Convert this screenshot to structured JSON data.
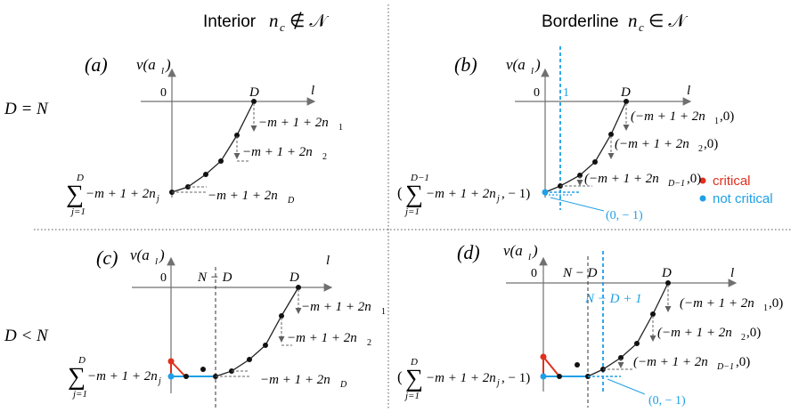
{
  "headers": {
    "interior": {
      "label": "Interior",
      "math": "n_c ∉ 𝒩"
    },
    "borderline": {
      "label": "Borderline",
      "math": "n_c ∈ 𝒩"
    }
  },
  "rows": {
    "top": "D = N",
    "bottom": "D < N"
  },
  "legend": {
    "critical": {
      "label": "critical",
      "color": "#e0301e"
    },
    "not_critical": {
      "label": "not critical",
      "color": "#1ea0e6"
    }
  },
  "panels": {
    "a": {
      "tag": "(a)",
      "ylabel": "v(a_l)",
      "xlabel": "l",
      "origin": "0",
      "dmark": "D",
      "steps": [
        "−m + 1 + 2n_1",
        "−m + 1 + 2n_2",
        "−m + 1 + 2n_D"
      ],
      "sum": {
        "upper": "D",
        "lower": "j=1",
        "expr": "−m + 1 + 2n_j"
      }
    },
    "b": {
      "tag": "(b)",
      "ylabel": "v(a_l)",
      "xlabel": "l",
      "origin": "0",
      "dmark": "D",
      "onemark": "1",
      "steps": [
        "(−m + 1 + 2n_1,0)",
        "(−m + 1 + 2n_2,0)",
        "(−m + 1 + 2n_{D−1},0)"
      ],
      "sum": {
        "upper": "D−1",
        "lower": "j=1",
        "expr": "(∑ −m + 1 + 2n_j, − 1)"
      },
      "point": "(0, − 1)"
    },
    "c": {
      "tag": "(c)",
      "ylabel": "v(a_l)",
      "xlabel": "l",
      "origin": "0",
      "dmark": "D",
      "nmd": "N − D",
      "steps": [
        "−m + 1 + 2n_1",
        "−m + 1 + 2n_2",
        "−m + 1 + 2n_D"
      ],
      "sum": {
        "upper": "D",
        "lower": "j=1",
        "expr": "−m + 1 + 2n_j"
      }
    },
    "d": {
      "tag": "(d)",
      "ylabel": "v(a_l)",
      "xlabel": "l",
      "origin": "0",
      "dmark": "D",
      "nmd": "N − D",
      "nmd1": "N − D + 1",
      "steps": [
        "(−m + 1 + 2n_1,0)",
        "(−m + 1 + 2n_2,0)",
        "(−m + 1 + 2n_{D−1},0)"
      ],
      "sum": {
        "upper": "D",
        "lower": "j=1",
        "expr": "(∑ −m + 1 + 2n_j, − 1)"
      },
      "point": "(0, − 1)"
    }
  },
  "text": {
    "a_ylabel": "v(a",
    "sub_l": "l",
    "close_paren": ")",
    "a_s1a": "−m + 1 + 2n",
    "a_s1b": "1",
    "a_s2a": "−m + 1 + 2n",
    "a_s2b": "2",
    "a_s3a": "−m + 1 + 2n",
    "a_s3b": "D",
    "b_s1a": "(−m + 1 + 2n",
    "b_s1b": "1",
    "b_s1c": ",0)",
    "b_s2a": "(−m + 1 + 2n",
    "b_s2b": "2",
    "b_s2c": ",0)",
    "b_s3a": "(−m + 1 + 2n",
    "b_s3b": "D−1",
    "b_s3c": ",0)",
    "sum_open": "(",
    "sigma": "∑",
    "sum_expr_a": "−m + 1 + 2n",
    "sum_sub_j": "j",
    "sum_expr_b_tail": ", − 1)",
    "n_c": "n",
    "sub_c": "c",
    "notin": "∉ 𝒩",
    "in": "∈ 𝒩"
  }
}
